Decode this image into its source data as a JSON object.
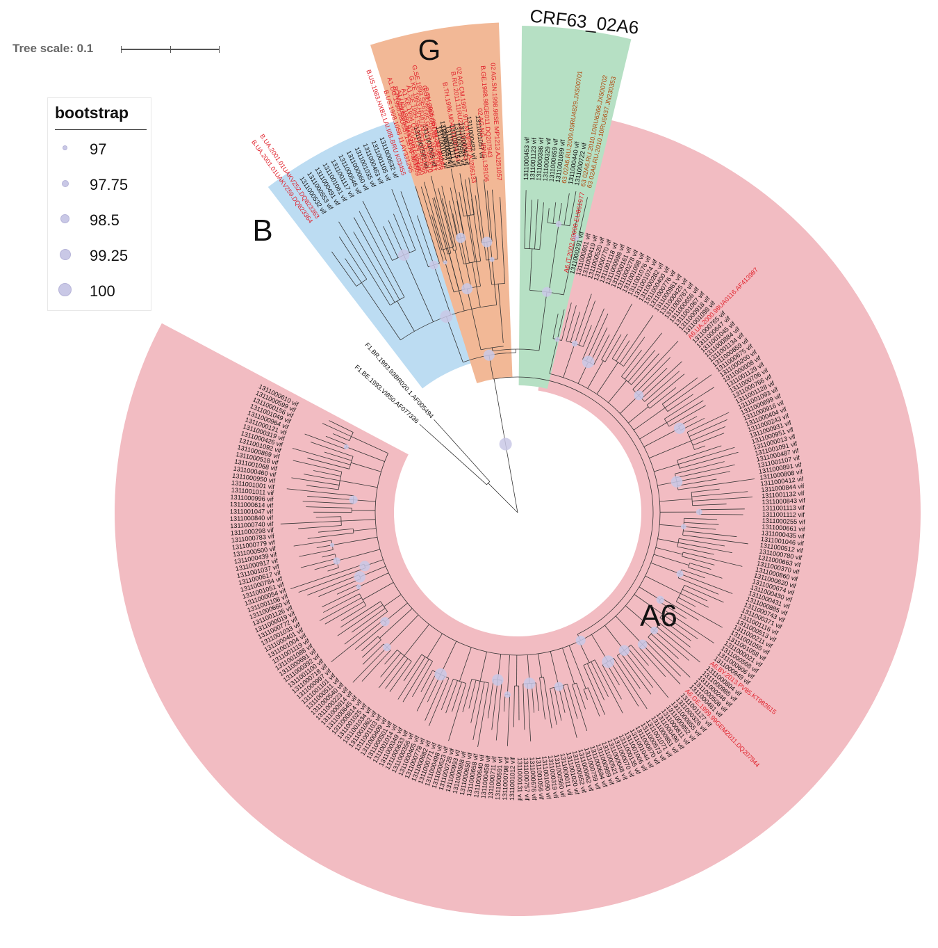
{
  "tree_scale": {
    "label": "Tree scale: 0.1"
  },
  "legend": {
    "title": "bootstrap",
    "items": [
      {
        "label": "97",
        "value": 97
      },
      {
        "label": "97.75",
        "value": 97.75
      },
      {
        "label": "98.5",
        "value": 98.5
      },
      {
        "label": "99.25",
        "value": 99.25
      },
      {
        "label": "100",
        "value": 100
      }
    ]
  },
  "colors": {
    "A6": "#f2bcc2",
    "B": "#bcdcf2",
    "G": "#f2b896",
    "CRF63": "#b6e0c4",
    "reference_label": "#e0202a",
    "sample_label": "#111111",
    "crf63_reference_label": "#b04a10",
    "branch": "#333333",
    "bootstrap": "#c9c8e6"
  },
  "clades": [
    {
      "name": "A6",
      "label": "A6",
      "color": "#f2bcc2"
    },
    {
      "name": "B",
      "label": "B",
      "color": "#bcdcf2"
    },
    {
      "name": "G",
      "label": "G",
      "color": "#f2b896"
    },
    {
      "name": "CRF63",
      "label": "CRF63_02A6",
      "color": "#b6e0c4"
    }
  ],
  "outgroup": [
    "F1.BR.1993.93BR020.1.AF005494",
    "F1.BE.1993.VI850.AF077336"
  ],
  "leaves": {
    "B": [
      {
        "label": "B.UA.2001.01UAKV259.DQ823364",
        "ref": true
      },
      {
        "label": "B.UA.2001.01UAKV252.DQ823363",
        "ref": true
      },
      {
        "label": "1311000532 vif",
        "ref": false
      },
      {
        "label": "1311000553 vif",
        "ref": false
      },
      {
        "label": "1311000491 vif",
        "ref": false
      },
      {
        "label": "1311001061 vif",
        "ref": false
      },
      {
        "label": "1311001117 vif",
        "ref": false
      },
      {
        "label": "1311000546 vif",
        "ref": false
      },
      {
        "label": "1311000060 vif",
        "ref": false
      },
      {
        "label": "1311001035 vif",
        "ref": false
      },
      {
        "label": "1311000463 vif",
        "ref": false
      },
      {
        "label": "1311001105 vif",
        "ref": false
      },
      {
        "label": "1311000632 vif",
        "ref": false
      },
      {
        "label": "B.US.1983.HXB2.LAI.IIIB.BRU.K03455",
        "ref": true
      },
      {
        "label": "B.US.1998.1058 11.AY331295",
        "ref": true
      },
      {
        "label": "B.JM.2005.05JM KJ10.FJ3858",
        "ref": true
      },
      {
        "label": "1311000581 vif",
        "ref": false
      },
      {
        "label": "1311001065 vif",
        "ref": false
      },
      {
        "label": "B.TH.2005.05TH4287 JN24",
        "ref": true
      },
      {
        "label": "1311001120 vif",
        "ref": false
      },
      {
        "label": "B.TH.1996.M041.DQ354114",
        "ref": true
      },
      {
        "label": "B.RU.2011.11RU21n.JX140663",
        "ref": true
      },
      {
        "label": "1311000482 vif",
        "ref": false
      },
      {
        "label": "1311001057 vif",
        "ref": false
      },
      {
        "label": "B.GE.1998.98GE011.DQ207943",
        "ref": true
      }
    ],
    "G": [
      {
        "label": "A1.UG.1998.98UG57136.AF484509",
        "ref": true
      },
      {
        "label": "A1.UG.1992.92UG037.U51190",
        "ref": true
      },
      {
        "label": "A1.KE.1994.Q23 17.AF004885",
        "ref": true
      },
      {
        "label": "A1.SE.1994.SE7253.AF069670",
        "ref": true
      },
      {
        "label": "G.KE.1993.HH8793 1 1.AF061641",
        "ref": true
      },
      {
        "label": "G.SE.1993.SE6165 G6165.AF061642",
        "ref": true
      },
      {
        "label": "G.BE.1996.DRCBL.AF084936",
        "ref": true
      },
      {
        "label": "1311001072 vif",
        "ref": false
      },
      {
        "label": "1311000057 vif",
        "ref": false
      },
      {
        "label": "1311001111 vif",
        "ref": false
      },
      {
        "label": "1311001115 vif",
        "ref": false
      },
      {
        "label": "1311000981 vif",
        "ref": false
      },
      {
        "label": "1311000342 vif",
        "ref": false
      }
    ],
    "CRF02": [
      {
        "label": "02 AG.CM.1997.97CM MP807.AJ286133",
        "ref": true
      },
      {
        "label": "02 AG.NG.-.IBNG.L39106",
        "ref": true
      },
      {
        "label": "02 AG.SN.1998.98SE MP1213.AJ251057",
        "ref": true
      }
    ],
    "CRF63": [
      {
        "label": "1311000453 vif",
        "ref": false
      },
      {
        "label": "1311001123 vif",
        "ref": false
      },
      {
        "label": "1311000386 vif",
        "ref": false
      },
      {
        "label": "1311000329 vif",
        "ref": false
      },
      {
        "label": "1311000659 vif",
        "ref": false
      },
      {
        "label": "1311001099 vif",
        "ref": false
      },
      {
        "label": "63 02A6.RU.2009.09RU4829.JX500701",
        "ref": true
      },
      {
        "label": "1311000440 vif",
        "ref": false
      },
      {
        "label": "1311000722 vif",
        "ref": false
      },
      {
        "label": "63 02A6.RU.2010.10RU6366.JX500702",
        "ref": true
      },
      {
        "label": "63 02A6.RU.2010.10RU6637.JN230353",
        "ref": true
      }
    ],
    "A6": [
      {
        "label": "A6.IT.2002.60000.EU861977",
        "ref": true
      },
      {
        "label": "1311000291 vif",
        "ref": false
      },
      {
        "label": "1311000601 vif",
        "ref": false
      },
      {
        "label": "1311000419 vif",
        "ref": false
      },
      {
        "label": "1311000520 vif",
        "ref": false
      },
      {
        "label": "1311000770 vif",
        "ref": false
      },
      {
        "label": "1311001118 vif",
        "ref": false
      },
      {
        "label": "1311000998 vif",
        "ref": false
      },
      {
        "label": "1311000161 vif",
        "ref": false
      },
      {
        "label": "1311000278 vif",
        "ref": false
      },
      {
        "label": "1311001098 vif",
        "ref": false
      },
      {
        "label": "1311001076 vif",
        "ref": false
      },
      {
        "label": "1311001074 vif",
        "ref": false
      },
      {
        "label": "1311000282 vif",
        "ref": false
      },
      {
        "label": "1311000400 vif",
        "ref": false
      },
      {
        "label": "1311000776 vif",
        "ref": false
      },
      {
        "label": "1311000961 vif",
        "ref": false
      },
      {
        "label": "1311000425 vif",
        "ref": false
      },
      {
        "label": "1311000767 vif",
        "ref": false
      },
      {
        "label": "1311000656 vif",
        "ref": false
      },
      {
        "label": "1311001067 vif",
        "ref": false
      },
      {
        "label": "1311000918 vif",
        "ref": false
      },
      {
        "label": "1311001098 vif",
        "ref": false
      },
      {
        "label": "A6.UA.2000.98UA0116.AF413987",
        "ref": true
      },
      {
        "label": "1311000765 vif",
        "ref": false
      },
      {
        "label": "1311000647 vif",
        "ref": false
      },
      {
        "label": "1311001045 vif",
        "ref": false
      },
      {
        "label": "1311000884 vif",
        "ref": false
      },
      {
        "label": "1311001134 vif",
        "ref": false
      },
      {
        "label": "1311000859 vif",
        "ref": false
      },
      {
        "label": "1311000675 vif",
        "ref": false
      },
      {
        "label": "1311000200 vif",
        "ref": false
      },
      {
        "label": "1311000008 vif",
        "ref": false
      },
      {
        "label": "1311001129 vif",
        "ref": false
      },
      {
        "label": "1311000706 vif",
        "ref": false
      },
      {
        "label": "1311000766 vif",
        "ref": false
      },
      {
        "label": "1311001128 vif",
        "ref": false
      },
      {
        "label": "1311001093 vif",
        "ref": false
      },
      {
        "label": "1311000699 vif",
        "ref": false
      },
      {
        "label": "1311000916 vif",
        "ref": false
      },
      {
        "label": "1311000404 vif",
        "ref": false
      },
      {
        "label": "1311000243 vif",
        "ref": false
      },
      {
        "label": "1311000931 vif",
        "ref": false
      },
      {
        "label": "1311000951 vif",
        "ref": false
      },
      {
        "label": "1311000013 vif",
        "ref": false
      },
      {
        "label": "1311001091 vif",
        "ref": false
      },
      {
        "label": "1311000487 vif",
        "ref": false
      },
      {
        "label": "1311001107 vif",
        "ref": false
      },
      {
        "label": "1311000891 vif",
        "ref": false
      },
      {
        "label": "1311000808 vif",
        "ref": false
      },
      {
        "label": "1311000412 vif",
        "ref": false
      },
      {
        "label": "1311000844 vif",
        "ref": false
      },
      {
        "label": "1311001132 vif",
        "ref": false
      },
      {
        "label": "1311000843 vif",
        "ref": false
      },
      {
        "label": "1311001113 vif",
        "ref": false
      },
      {
        "label": "1311001112 vif",
        "ref": false
      },
      {
        "label": "1311000255 vif",
        "ref": false
      },
      {
        "label": "1311000661 vif",
        "ref": false
      },
      {
        "label": "1311000435 vif",
        "ref": false
      },
      {
        "label": "1311001046 vif",
        "ref": false
      },
      {
        "label": "1311000512 vif",
        "ref": false
      },
      {
        "label": "1311000780 vif",
        "ref": false
      },
      {
        "label": "1311000663 vif",
        "ref": false
      },
      {
        "label": "1311000370 vif",
        "ref": false
      },
      {
        "label": "1311000860 vif",
        "ref": false
      },
      {
        "label": "1311000620 vif",
        "ref": false
      },
      {
        "label": "1311000674 vif",
        "ref": false
      },
      {
        "label": "1311000430 vif",
        "ref": false
      },
      {
        "label": "1311000431 vif",
        "ref": false
      },
      {
        "label": "1311000885 vif",
        "ref": false
      },
      {
        "label": "1311000743 vif",
        "ref": false
      },
      {
        "label": "1311000371 vif",
        "ref": false
      },
      {
        "label": "1311001116 vif",
        "ref": false
      },
      {
        "label": "1311000513 vif",
        "ref": false
      },
      {
        "label": "1311000211 vif",
        "ref": false
      },
      {
        "label": "1311001055 vif",
        "ref": false
      },
      {
        "label": "1311001058 vif",
        "ref": false
      },
      {
        "label": "1311000021 vif",
        "ref": false
      },
      {
        "label": "1311000568 vif",
        "ref": false
      },
      {
        "label": "1311000606 vif",
        "ref": false
      },
      {
        "label": "1311000949 vif",
        "ref": false
      },
      {
        "label": "A6.BY.2013.PV85.KT983615",
        "ref": true
      },
      {
        "label": "1311000804 vif",
        "ref": false
      },
      {
        "label": "1311000985 vif",
        "ref": false
      },
      {
        "label": "1311000246 vif",
        "ref": false
      },
      {
        "label": "1311000508 vif",
        "ref": false
      },
      {
        "label": "1311000461 vif",
        "ref": false
      },
      {
        "label": "A6.GE.1999.99GEMZ011.DQ207944",
        "ref": true
      },
      {
        "label": "1311001127 vif",
        "ref": false
      },
      {
        "label": "1311000326 vif",
        "ref": false
      },
      {
        "label": "1311000855 vif",
        "ref": false
      },
      {
        "label": "1311000852 vif",
        "ref": false
      },
      {
        "label": "1311000811 vif",
        "ref": false
      },
      {
        "label": "1311000496 vif",
        "ref": false
      },
      {
        "label": "1311000851 vif",
        "ref": false
      },
      {
        "label": "1311001071 vif",
        "ref": false
      },
      {
        "label": "1311000573 vif",
        "ref": false
      },
      {
        "label": "1311000670 vif",
        "ref": false
      },
      {
        "label": "1311001044 vif",
        "ref": false
      },
      {
        "label": "1311001006 vif",
        "ref": false
      },
      {
        "label": "1311000135 vif",
        "ref": false
      },
      {
        "label": "1311000070 vif",
        "ref": false
      },
      {
        "label": "1311000048 vif",
        "ref": false
      },
      {
        "label": "1311000521 vif",
        "ref": false
      },
      {
        "label": "1311000959 vif",
        "ref": false
      },
      {
        "label": "1311000694 vif",
        "ref": false
      },
      {
        "label": "1311000759 vif",
        "ref": false
      },
      {
        "label": "1311000962 vif",
        "ref": false
      },
      {
        "label": "1311000652 vif",
        "ref": false
      },
      {
        "label": "1311001020 vif",
        "ref": false
      },
      {
        "label": "1311000011 vif",
        "ref": false
      },
      {
        "label": "1311000560 vif",
        "ref": false
      },
      {
        "label": "1311000319 vif",
        "ref": false
      },
      {
        "label": "1311001090 vif",
        "ref": false
      },
      {
        "label": "1311001056 vif",
        "ref": false
      },
      {
        "label": "1311000676 vif",
        "ref": false
      },
      {
        "label": "1311000757 vif",
        "ref": false
      },
      {
        "label": "1311000131 vif",
        "ref": false
      },
      {
        "label": "1311001012 vif",
        "ref": false
      },
      {
        "label": "1311000798 vif",
        "ref": false
      },
      {
        "label": "1311000591 vif",
        "ref": false
      },
      {
        "label": "1311000711 vif",
        "ref": false
      },
      {
        "label": "1311000458 vif",
        "ref": false
      },
      {
        "label": "1311000640 vif",
        "ref": false
      },
      {
        "label": "1311000658 vif",
        "ref": false
      },
      {
        "label": "1311000650 vif",
        "ref": false
      },
      {
        "label": "1311000588 vif",
        "ref": false
      },
      {
        "label": "1311000993 vif",
        "ref": false
      },
      {
        "label": "1311000728 vif",
        "ref": false
      },
      {
        "label": "1311000623 vif",
        "ref": false
      },
      {
        "label": "1311000498 vif",
        "ref": false
      },
      {
        "label": "1311000771 vif",
        "ref": false
      },
      {
        "label": "1311000682 vif",
        "ref": false
      },
      {
        "label": "1311000778 vif",
        "ref": false
      },
      {
        "label": "1311000405 vif",
        "ref": false
      },
      {
        "label": "1311000356 vif",
        "ref": false
      },
      {
        "label": "1311000633 vif",
        "ref": false
      },
      {
        "label": "1311000349 vif",
        "ref": false
      },
      {
        "label": "1311001014 vif",
        "ref": false
      },
      {
        "label": "1311000501 vif",
        "ref": false
      },
      {
        "label": "1311000409 vif",
        "ref": false
      },
      {
        "label": "1311001103 vif",
        "ref": false
      },
      {
        "label": "1311001062 vif",
        "ref": false
      },
      {
        "label": "1311001034 vif",
        "ref": false
      },
      {
        "label": "1311001025 vif",
        "ref": false
      },
      {
        "label": "1311000814 vif",
        "ref": false
      },
      {
        "label": "1311000645 vif",
        "ref": false
      },
      {
        "label": "1311000914 vif",
        "ref": false
      },
      {
        "label": "1311000223 vif",
        "ref": false
      },
      {
        "label": "1311000540 vif",
        "ref": false
      },
      {
        "label": "1311000511 vif",
        "ref": false
      },
      {
        "label": "1311001101 vif",
        "ref": false
      },
      {
        "label": "1311000997 vif",
        "ref": false
      },
      {
        "label": "1311000718 vif",
        "ref": false
      },
      {
        "label": "1311001100 vif",
        "ref": false
      },
      {
        "label": "1311000392 vif",
        "ref": false
      },
      {
        "label": "1311000691 vif",
        "ref": false
      },
      {
        "label": "1311001088 vif",
        "ref": false
      },
      {
        "label": "1311001119 vif",
        "ref": false
      },
      {
        "label": "1311001004 vif",
        "ref": false
      },
      {
        "label": "1311000401 vif",
        "ref": false
      },
      {
        "label": "1311001033 vif",
        "ref": false
      },
      {
        "label": "1311000772 vif",
        "ref": false
      },
      {
        "label": "1311000019 vif",
        "ref": false
      },
      {
        "label": "1311001126 vif",
        "ref": false
      },
      {
        "label": "1311000660 vif",
        "ref": false
      },
      {
        "label": "1311001108 vif",
        "ref": false
      },
      {
        "label": "1311000054 vif",
        "ref": false
      },
      {
        "label": "1311001051 vif",
        "ref": false
      },
      {
        "label": "1311000784 vif",
        "ref": false
      },
      {
        "label": "1311000617 vif",
        "ref": false
      },
      {
        "label": "1311001037 vif",
        "ref": false
      },
      {
        "label": "1311000917 vif",
        "ref": false
      },
      {
        "label": "1311000439 vif",
        "ref": false
      },
      {
        "label": "1311000500 vif",
        "ref": false
      },
      {
        "label": "1311000779 vif",
        "ref": false
      },
      {
        "label": "1311000783 vif",
        "ref": false
      },
      {
        "label": "1311000298 vif",
        "ref": false
      },
      {
        "label": "1311000740 vif",
        "ref": false
      },
      {
        "label": "1311000840 vif",
        "ref": false
      },
      {
        "label": "1311001047 vif",
        "ref": false
      },
      {
        "label": "1311000614 vif",
        "ref": false
      },
      {
        "label": "1311000996 vif",
        "ref": false
      },
      {
        "label": "1311001011 vif",
        "ref": false
      },
      {
        "label": "1311001001 vif",
        "ref": false
      },
      {
        "label": "1311000950 vif",
        "ref": false
      },
      {
        "label": "1311000460 vif",
        "ref": false
      },
      {
        "label": "1311001068 vif",
        "ref": false
      },
      {
        "label": "1311000518 vif",
        "ref": false
      },
      {
        "label": "1311000869 vif",
        "ref": false
      },
      {
        "label": "1311001092 vif",
        "ref": false
      },
      {
        "label": "1311000426 vif",
        "ref": false
      },
      {
        "label": "1311000319 vif",
        "ref": false
      },
      {
        "label": "1311000121 vif",
        "ref": false
      },
      {
        "label": "1311000964 vif",
        "ref": false
      },
      {
        "label": "1311001049 vif",
        "ref": false
      },
      {
        "label": "1311000156 vif",
        "ref": false
      },
      {
        "label": "1311000599 vif",
        "ref": false
      },
      {
        "label": "1311000610 vif",
        "ref": false
      }
    ]
  }
}
